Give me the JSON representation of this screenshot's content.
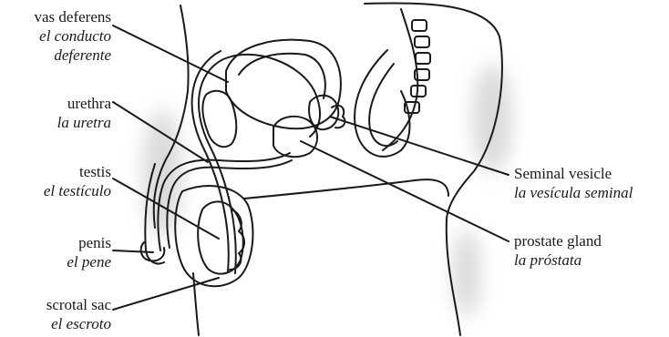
{
  "labels": {
    "vas_deferens": {
      "en": "vas deferens",
      "es_line1": "el conducto",
      "es_line2": "deferente"
    },
    "urethra": {
      "en": "urethra",
      "es": "la uretra"
    },
    "testis": {
      "en": "testis",
      "es": "el testículo"
    },
    "penis": {
      "en": "penis",
      "es": "el pene"
    },
    "scrotal_sac": {
      "en": "scrotal sac",
      "es": "el escroto"
    },
    "seminal_vesicle": {
      "en": "Seminal vesicle",
      "es": "la vesícula seminal"
    },
    "prostate_gland": {
      "en": "prostate gland",
      "es": "la próstata"
    }
  },
  "colors": {
    "ink": "#1a1a1a",
    "shadow": "#bdbdbd",
    "background": "#ffffff"
  }
}
